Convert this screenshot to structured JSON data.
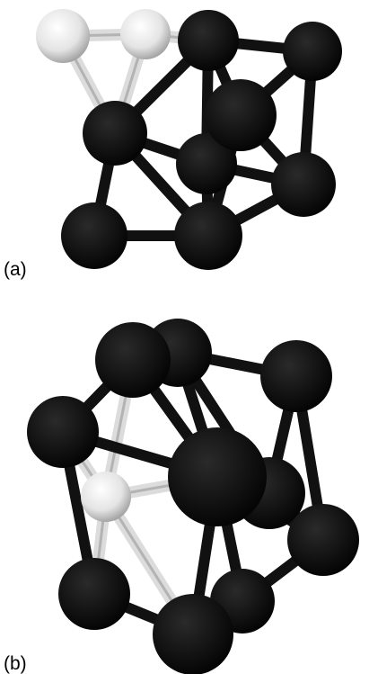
{
  "figure": {
    "panels": [
      {
        "label": "(a)",
        "atoms": [
          {
            "id": "a1",
            "element": "light"
          },
          {
            "id": "a2",
            "element": "light"
          },
          {
            "id": "a3",
            "element": "dark"
          },
          {
            "id": "a4",
            "element": "dark"
          },
          {
            "id": "a5",
            "element": "dark"
          },
          {
            "id": "a6",
            "element": "dark"
          },
          {
            "id": "a7",
            "element": "dark"
          },
          {
            "id": "a8",
            "element": "dark"
          },
          {
            "id": "a9",
            "element": "dark"
          },
          {
            "id": "a10",
            "element": "dark"
          }
        ]
      },
      {
        "label": "(b)",
        "atoms": [
          {
            "id": "b1",
            "element": "dark"
          },
          {
            "id": "b2",
            "element": "dark"
          },
          {
            "id": "b3",
            "element": "dark"
          },
          {
            "id": "b4",
            "element": "dark"
          },
          {
            "id": "b5",
            "element": "light"
          },
          {
            "id": "b6",
            "element": "dark"
          },
          {
            "id": "b7",
            "element": "dark"
          },
          {
            "id": "b8",
            "element": "dark"
          },
          {
            "id": "b9",
            "element": "dark"
          },
          {
            "id": "b10",
            "element": "dark"
          },
          {
            "id": "b11",
            "element": "dark"
          }
        ]
      }
    ]
  },
  "colors": {
    "dark_atom": "#0b0b0b",
    "light_atom": "#e6e6e6",
    "dark_bond": "#111111",
    "light_bond": "#dcdcdc",
    "background": "#ffffff"
  }
}
